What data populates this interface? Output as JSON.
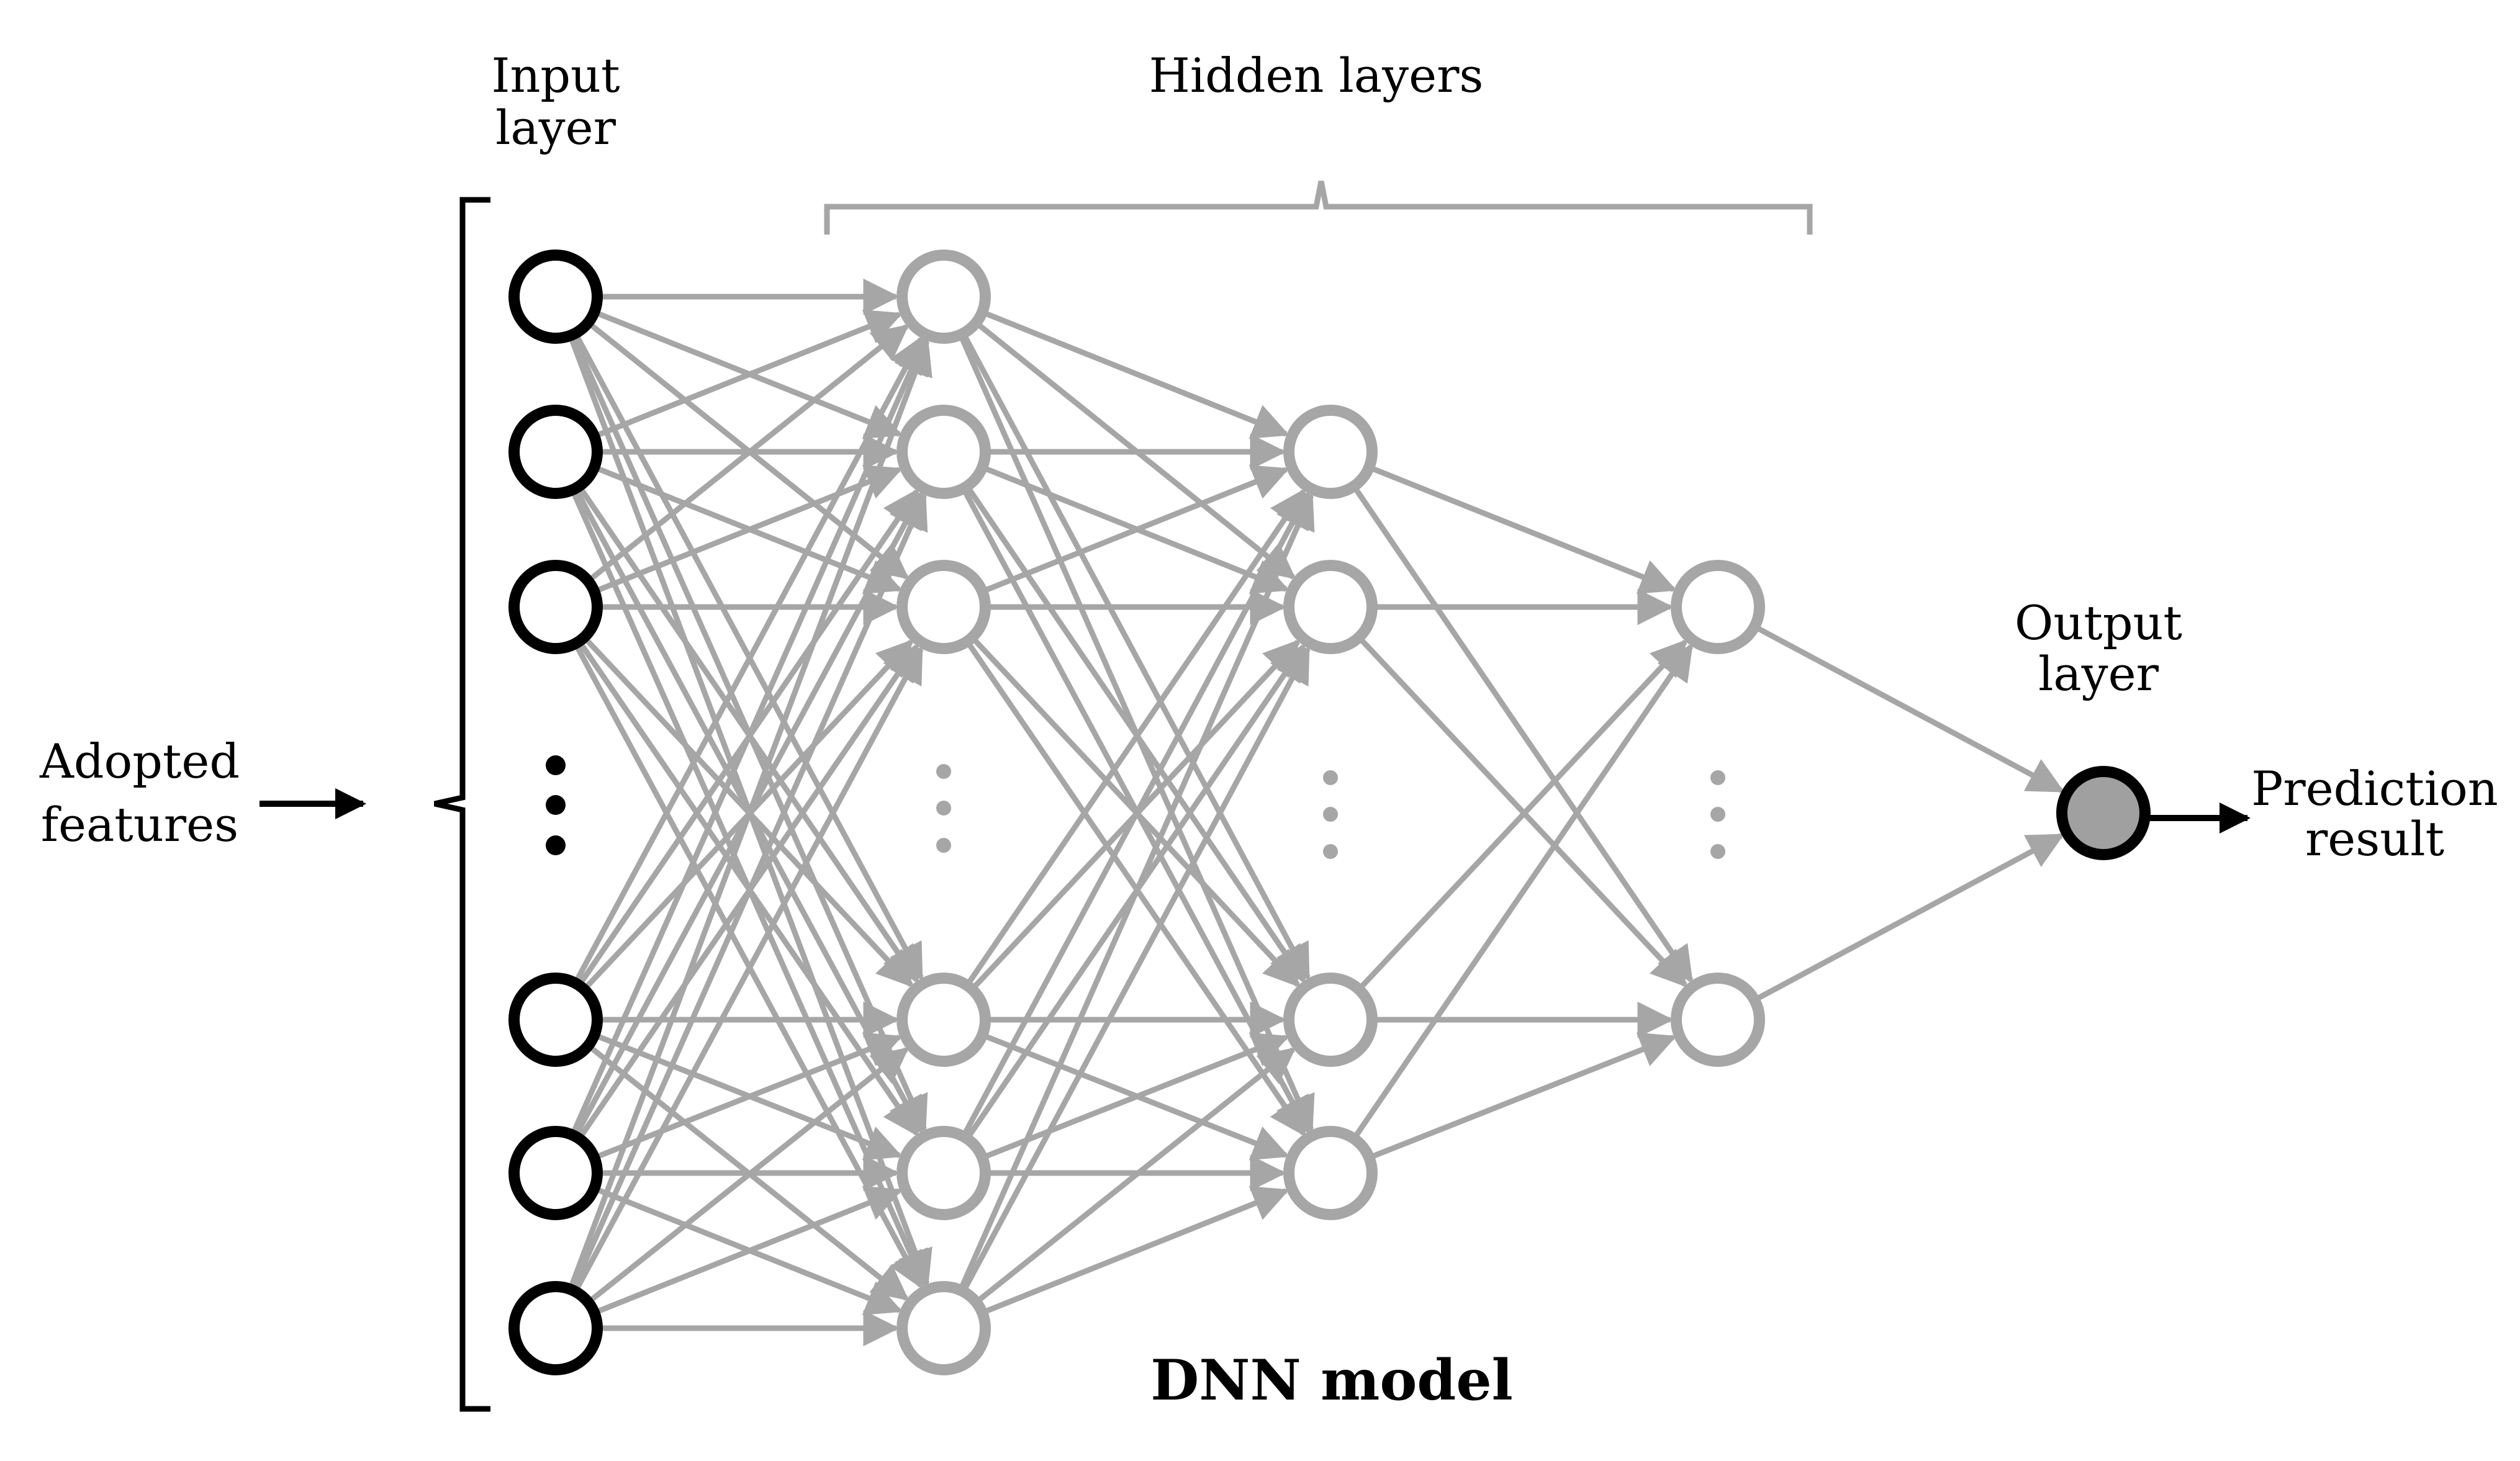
{
  "labels": {
    "input_layer_line1": "Input",
    "input_layer_line2": "layer",
    "hidden_layers": "Hidden layers",
    "output_layer_line1": "Output",
    "output_layer_line2": "layer",
    "adopted_features_line1": "Adopted",
    "adopted_features_line2": "features",
    "prediction_result_line1": "Prediction",
    "prediction_result_line2": "result",
    "model_title": "DNN model"
  },
  "network": {
    "layers": [
      {
        "id": "input",
        "role": "input",
        "nodes_shown": 6
      },
      {
        "id": "hidden-1",
        "role": "hidden",
        "nodes_shown": 6
      },
      {
        "id": "hidden-2",
        "role": "hidden",
        "nodes_shown": 4
      },
      {
        "id": "hidden-3",
        "role": "hidden",
        "nodes_shown": 2
      },
      {
        "id": "output",
        "role": "output",
        "nodes_shown": 1
      }
    ],
    "fully_connected": true,
    "ellipsis_between_nodes": true
  },
  "colors": {
    "input_node_stroke": "#000000",
    "hidden_node_stroke": "#a6a6a6",
    "connection": "#a6a6a6",
    "output_node_fill": "#a0a0a0",
    "output_node_stroke": "#000000",
    "text": "#000000",
    "bracket_input": "#000000",
    "bracket_hidden": "#a6a6a6"
  }
}
